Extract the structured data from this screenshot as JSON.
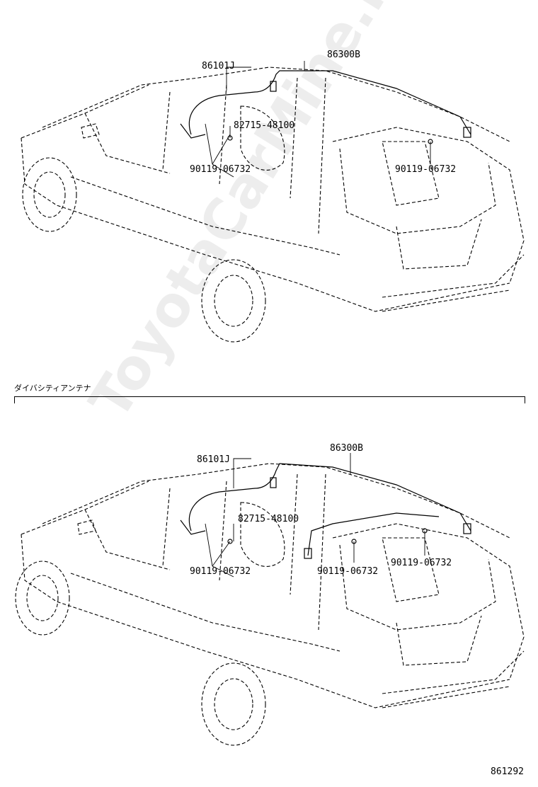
{
  "diagram": {
    "top": {
      "labels": {
        "harness": "86101J",
        "antenna": "86300B",
        "clamp": "82715-48100",
        "screw_front": "90119-06732",
        "screw_rear": "90119-06732"
      }
    },
    "section_title": "ダイバシティアンテナ",
    "bottom": {
      "labels": {
        "harness": "86101J",
        "antenna": "86300B",
        "clamp": "82715-48100",
        "screw_front": "90119-06732",
        "screw_mid": "90119-06732",
        "screw_rear": "90119-06732"
      }
    },
    "diagram_code": "861292",
    "watermark": "ToyotaCarMine.ru"
  }
}
